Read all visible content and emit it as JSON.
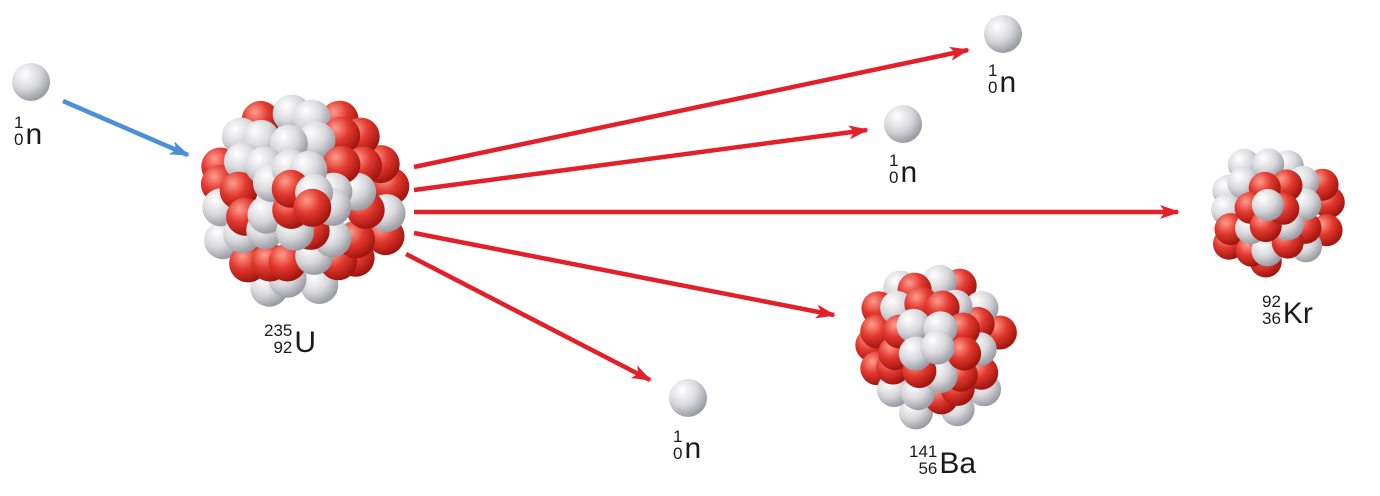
{
  "colors": {
    "proton": "#e33a34",
    "neutron": "#d8d8dc",
    "incoming_arrow": "#4a90d6",
    "product_arrow": "#e3202a",
    "text": "#1a1a1a"
  },
  "labels": {
    "incoming_neutron": {
      "mass": "1",
      "number": "0",
      "symbol": "n"
    },
    "uranium": {
      "mass": "235",
      "number": "92",
      "symbol": "U"
    },
    "neutron_top": {
      "mass": "1",
      "number": "0",
      "symbol": "n"
    },
    "neutron_middle": {
      "mass": "1",
      "number": "0",
      "symbol": "n"
    },
    "neutron_bottom": {
      "mass": "1",
      "number": "0",
      "symbol": "n"
    },
    "krypton": {
      "mass": "92",
      "number": "36",
      "symbol": "Kr"
    },
    "barium": {
      "mass": "141",
      "number": "56",
      "symbol": "Ba"
    }
  }
}
